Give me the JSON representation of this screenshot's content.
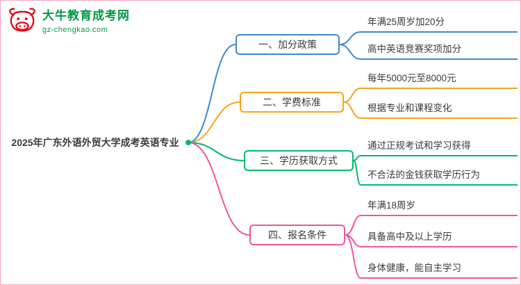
{
  "logo": {
    "site_name": "大牛教育成考网",
    "site_url": "gz-chengkao.com",
    "icon": "bull-icon",
    "red": "#e60012",
    "green": "#009944"
  },
  "mindmap": {
    "root": "2025年广东外语外贸大学成考英语专业",
    "branches": [
      {
        "label": "一、加分政策",
        "color": "#3d87cc",
        "children": [
          "年满25周岁加20分",
          "高中英语竞赛奖项加分"
        ]
      },
      {
        "label": "二、学费标准",
        "color": "#f5a31a",
        "children": [
          "每年5000元至8000元",
          "根据专业和课程变化"
        ]
      },
      {
        "label": "三、学历获取方式",
        "color": "#00b96b",
        "children": [
          "通过正规考试和学习获得",
          "不合法的金钱获取学历行为"
        ]
      },
      {
        "label": "四、报名条件",
        "color": "#f1549b",
        "children": [
          "年满18周岁",
          "具备高中及以上学历",
          "身体健康，能自主学习"
        ]
      }
    ]
  }
}
